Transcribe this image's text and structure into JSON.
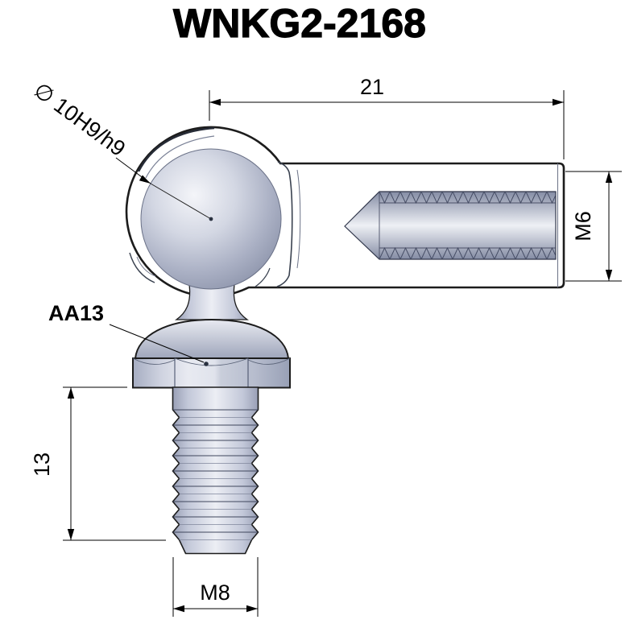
{
  "title": "WNKG2-2168",
  "annotations": {
    "dim_length": "21",
    "dim_ball_diameter": "∅ 10H9/h9",
    "label_part": "AA13",
    "dim_thread_right": "M6",
    "dim_shaft_length": "13",
    "dim_thread_bottom": "M8"
  },
  "colors": {
    "background": "#ffffff",
    "part_fill": "#c9cedc",
    "outline": "#1c1c1c",
    "dimension": "#000000"
  }
}
